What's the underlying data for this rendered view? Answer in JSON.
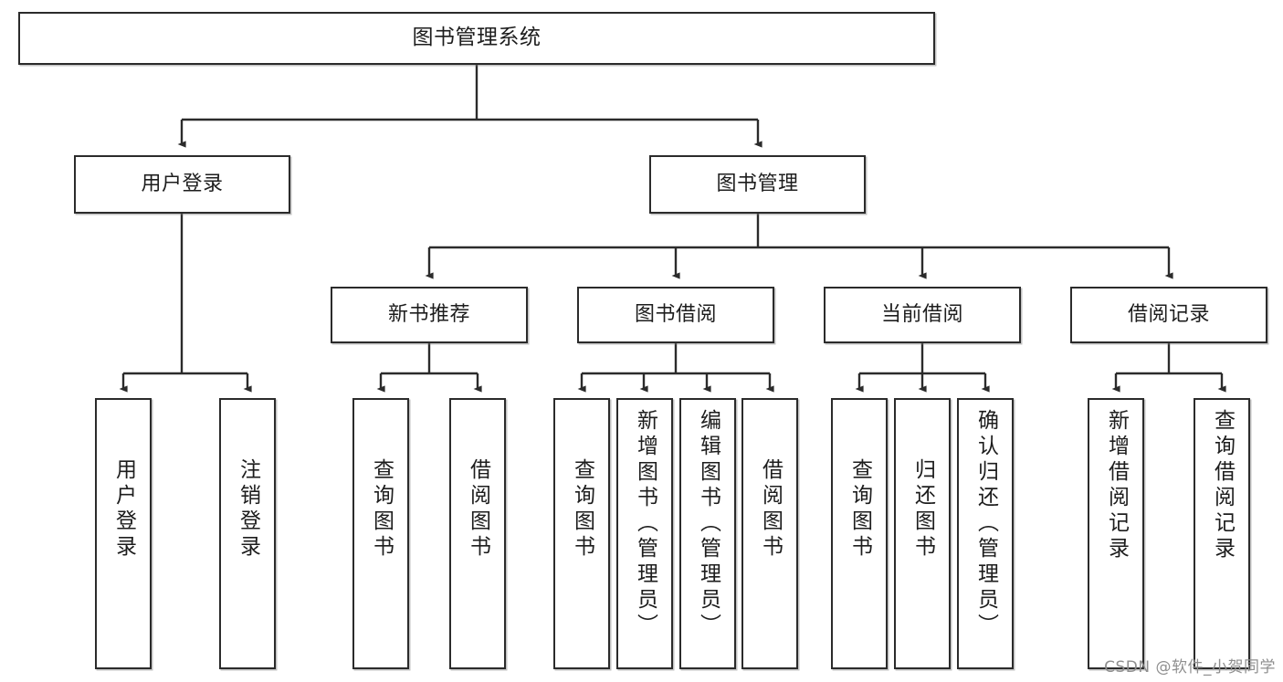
{
  "diagram": {
    "title": "图书管理系统",
    "type": "tree",
    "orientation": "top-down",
    "colors": {
      "stroke": "#2b2b2b",
      "fill": "#ffffff",
      "text": "#1d1d1d",
      "watermark": "#8f8f8f"
    },
    "nodes": {
      "root": {
        "label": "图书管理系统"
      },
      "level2": [
        {
          "id": "user-login",
          "label": "用户登录"
        },
        {
          "id": "book-management",
          "label": "图书管理"
        }
      ],
      "level3": [
        {
          "id": "new-book-recommend",
          "label": "新书推荐"
        },
        {
          "id": "book-borrow",
          "label": "图书借阅"
        },
        {
          "id": "current-borrow",
          "label": "当前借阅"
        },
        {
          "id": "borrow-record",
          "label": "借阅记录"
        }
      ],
      "leaves": [
        {
          "id": "leaf-user-login",
          "parent": "user-login",
          "label": "用户登录"
        },
        {
          "id": "leaf-logout",
          "parent": "user-login",
          "label": "注销登录"
        },
        {
          "id": "leaf-query-book-1",
          "parent": "new-book-recommend",
          "label": "查询图书"
        },
        {
          "id": "leaf-borrow-book-1",
          "parent": "new-book-recommend",
          "label": "借阅图书"
        },
        {
          "id": "leaf-query-book-2",
          "parent": "book-borrow",
          "label": "查询图书"
        },
        {
          "id": "leaf-add-book",
          "parent": "book-borrow",
          "label": "新增图书（管理员）"
        },
        {
          "id": "leaf-edit-book",
          "parent": "book-borrow",
          "label": "编辑图书（管理员）"
        },
        {
          "id": "leaf-borrow-book-2",
          "parent": "book-borrow",
          "label": "借阅图书"
        },
        {
          "id": "leaf-query-book-3",
          "parent": "current-borrow",
          "label": "查询图书"
        },
        {
          "id": "leaf-return-book",
          "parent": "current-borrow",
          "label": "归还图书"
        },
        {
          "id": "leaf-confirm-return",
          "parent": "current-borrow",
          "label": "确认归还（管理员）"
        },
        {
          "id": "leaf-add-record",
          "parent": "borrow-record",
          "label": "新增借阅记录"
        },
        {
          "id": "leaf-query-record",
          "parent": "borrow-record",
          "label": "查询借阅记录"
        }
      ]
    },
    "watermark": "CSDN @软件_小贺同学"
  }
}
